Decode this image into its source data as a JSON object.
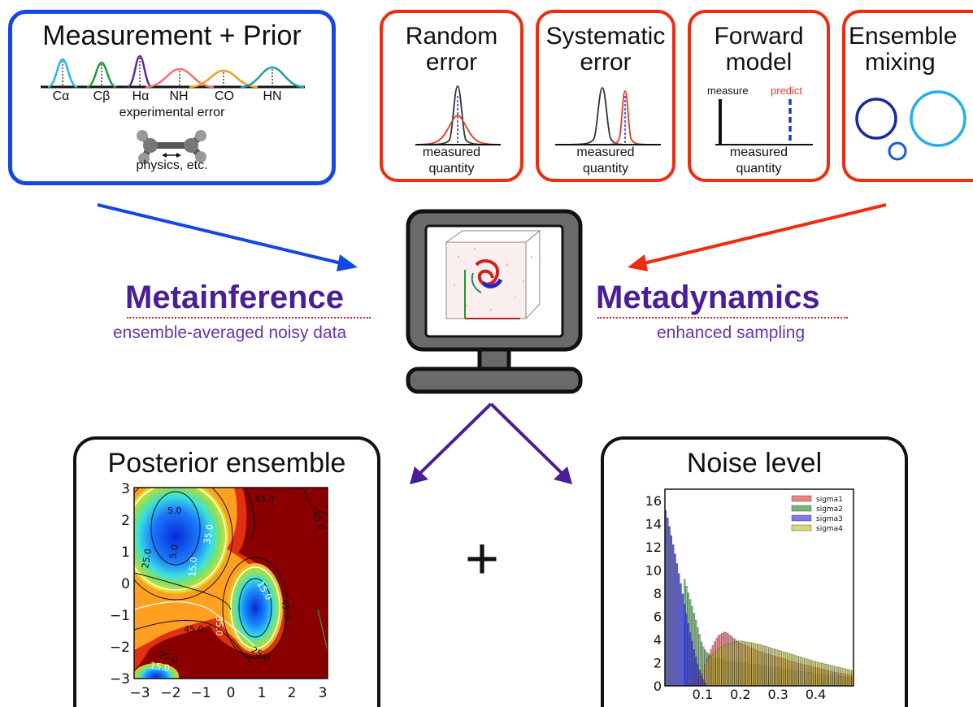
{
  "measurement_box": {
    "title": "Measurement + Prior",
    "peaks": [
      "Cα",
      "Cβ",
      "Hα",
      "NH",
      "CO",
      "HN"
    ],
    "peak_colors": [
      "#22b8e8",
      "#1f9a3a",
      "#5a2aa0",
      "#f0707a",
      "#f0a020",
      "#1aa0a0"
    ],
    "caption1": "experimental error",
    "caption2": "physics, etc."
  },
  "error_boxes": [
    {
      "title_line1": "Random",
      "title_line2": "error",
      "axis_line1": "measured",
      "axis_line2": "quantity"
    },
    {
      "title_line1": "Systematic",
      "title_line2": "error",
      "axis_line1": "measured",
      "axis_line2": "quantity"
    },
    {
      "title_line1": "Forward",
      "title_line2": "model",
      "axis_line1": "measured",
      "axis_line2": "quantity",
      "measure_label": "measure",
      "predict_label": "predict"
    },
    {
      "title_line1": "Ensemble",
      "title_line2": "mixing"
    }
  ],
  "metainference": {
    "title": "Metainference",
    "subtitle": "ensemble-averaged noisy data"
  },
  "metadynamics": {
    "title": "Metadynamics",
    "subtitle": "enhanced sampling"
  },
  "posterior_box": {
    "title": "Posterior ensemble",
    "x_ticks": [
      "−3",
      "−2",
      "−1",
      "0",
      "1",
      "2",
      "3"
    ],
    "y_ticks": [
      "3",
      "2",
      "1",
      "0",
      "−1",
      "−2",
      "−3"
    ],
    "contour_labels": [
      "5.0",
      "45.0",
      "45.0",
      "5.0",
      "35.0",
      "25.0",
      "15.0",
      "15.0",
      "45.0",
      "45.0",
      "25.0",
      "25.0",
      "15.0",
      "35.0"
    ]
  },
  "plus_sign": "+",
  "noise_box": {
    "title": "Noise level",
    "colors": {
      "sigma1": "#e05050",
      "sigma2": "#3a9a3a",
      "sigma3": "#4040e0",
      "sigma4": "#c8c83a"
    }
  },
  "chart_data": {
    "type": "bar",
    "xlim": [
      0,
      0.5
    ],
    "ylim": [
      0,
      17
    ],
    "x_ticks": [
      "0.1",
      "0.2",
      "0.3",
      "0.4"
    ],
    "y_ticks": [
      "0",
      "2",
      "4",
      "6",
      "8",
      "10",
      "12",
      "14",
      "16"
    ],
    "legend_placement": "top-right",
    "series": [
      {
        "name": "sigma1",
        "x": [
          0.05,
          0.08,
          0.1,
          0.12,
          0.14,
          0.16,
          0.18,
          0.2,
          0.25,
          0.3,
          0.35,
          0.4,
          0.45,
          0.5
        ],
        "values": [
          0,
          0.2,
          1.2,
          3.0,
          4.3,
          4.7,
          4.2,
          3.7,
          3.0,
          2.5,
          2.0,
          1.6,
          1.2,
          0.9
        ]
      },
      {
        "name": "sigma2",
        "x": [
          0.05,
          0.08,
          0.1,
          0.12,
          0.15,
          0.2,
          0.25,
          0.3,
          0.35,
          0.4,
          0.45,
          0.5
        ],
        "values": [
          9.5,
          6.0,
          3.5,
          2.5,
          2.3,
          2.0,
          1.8,
          1.6,
          1.3,
          1.1,
          0.9,
          0.7
        ]
      },
      {
        "name": "sigma3",
        "x": [
          0.0,
          0.01,
          0.02,
          0.03,
          0.04,
          0.05,
          0.06,
          0.07,
          0.08,
          0.09,
          0.1,
          0.11
        ],
        "values": [
          15.5,
          14.2,
          12.6,
          11.0,
          9.3,
          7.5,
          5.8,
          4.2,
          2.8,
          1.6,
          0.7,
          0.1
        ]
      },
      {
        "name": "sigma4",
        "x": [
          0.1,
          0.12,
          0.15,
          0.2,
          0.25,
          0.3,
          0.35,
          0.4,
          0.45,
          0.5
        ],
        "values": [
          1.5,
          2.5,
          3.4,
          3.9,
          3.6,
          3.1,
          2.6,
          2.1,
          1.7,
          1.3
        ]
      }
    ]
  }
}
